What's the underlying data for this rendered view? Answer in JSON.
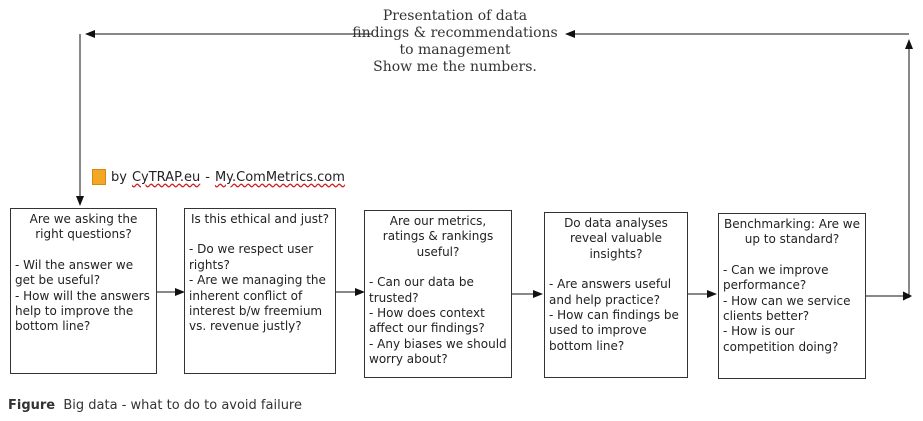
{
  "top_note": {
    "line1": "Presentation of data",
    "line2": "findings & recommendations",
    "line3": "to management",
    "line4": "Show me the numbers."
  },
  "brand": {
    "prefix": "by",
    "site1": "CyTRAP.eu",
    "separator": "-",
    "site2": "My.ComMetrics.com",
    "square_color": "#f5a623"
  },
  "boxes": [
    {
      "title": "Are we asking the right questions?",
      "items": [
        "- Wil the answer we get be useful?",
        "- How will the answers help to improve the bottom line?"
      ]
    },
    {
      "title": "Is this ethical and just?",
      "items": [
        "- Do we respect user rights?",
        "- Are we managing the inherent conflict of interest b/w freemium vs. revenue justly?"
      ]
    },
    {
      "title": "Are our metrics, ratings & rankings useful?",
      "items": [
        "- Can our data be trusted?",
        "- How does context affect our findings?",
        "- Any biases we should worry about?"
      ]
    },
    {
      "title": "Do data analyses reveal valuable insights?",
      "items": [
        "- Are answers useful and help practice?",
        "- How can findings be used to improve bottom line?"
      ]
    },
    {
      "title": "Benchmarking: Are we up to standard?",
      "items": [
        "- Can we improve performance?",
        "- How can we service clients better?",
        "- How is our competition doing?"
      ]
    }
  ],
  "caption": {
    "label": "Figure",
    "text": "Big data - what to do to avoid failure"
  }
}
